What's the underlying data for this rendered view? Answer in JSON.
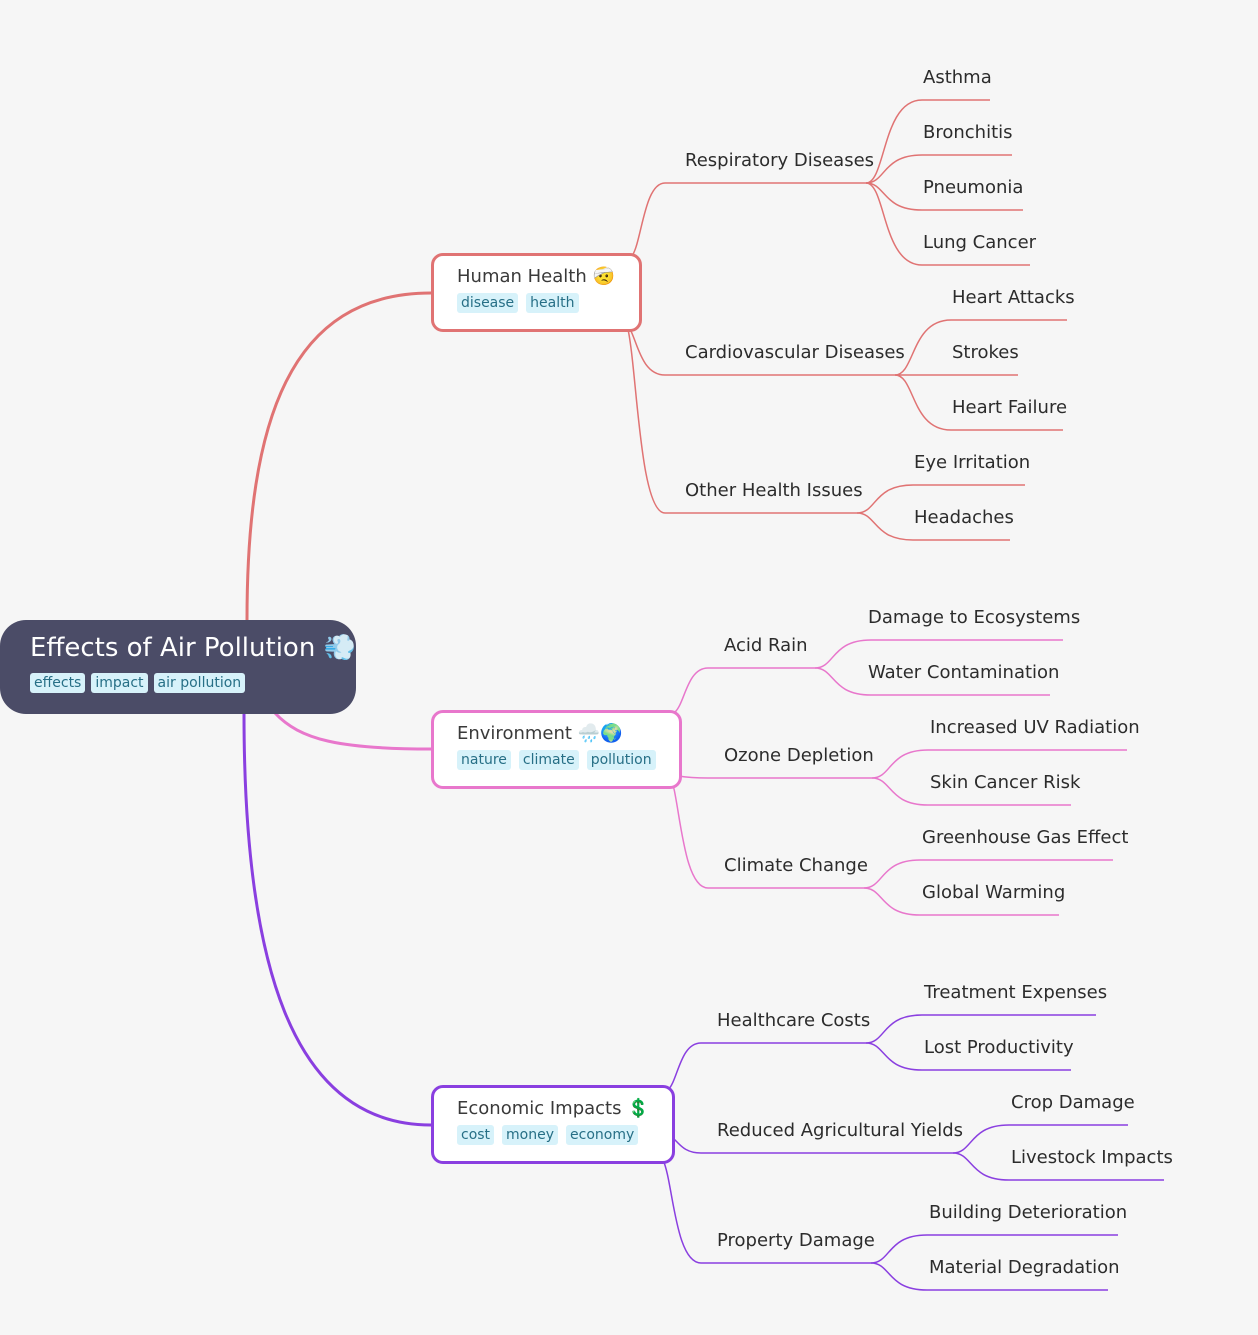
{
  "root": {
    "title": "Effects of Air Pollution",
    "emoji": "💨",
    "tags": [
      "effects",
      "impact",
      "air pollution"
    ]
  },
  "branches": [
    {
      "title": "Human Health",
      "emoji": "🤕",
      "color": "#e07373",
      "tags": [
        "disease",
        "health"
      ],
      "topics": [
        {
          "label": "Respiratory Diseases",
          "leaves": [
            "Asthma",
            "Bronchitis",
            "Pneumonia",
            "Lung Cancer"
          ]
        },
        {
          "label": "Cardiovascular Diseases",
          "leaves": [
            "Heart Attacks",
            "Strokes",
            "Heart Failure"
          ]
        },
        {
          "label": "Other Health Issues",
          "leaves": [
            "Eye Irritation",
            "Headaches"
          ]
        }
      ]
    },
    {
      "title": "Environment",
      "emoji": "🌧️🌍",
      "color": "#e877cc",
      "tags": [
        "nature",
        "climate",
        "pollution"
      ],
      "topics": [
        {
          "label": "Acid Rain",
          "leaves": [
            "Damage to Ecosystems",
            "Water Contamination"
          ]
        },
        {
          "label": "Ozone Depletion",
          "leaves": [
            "Increased UV Radiation",
            "Skin Cancer Risk"
          ]
        },
        {
          "label": "Climate Change",
          "leaves": [
            "Greenhouse Gas Effect",
            "Global Warming"
          ]
        }
      ]
    },
    {
      "title": "Economic Impacts",
      "emoji": "💲",
      "color": "#8a3fe0",
      "tags": [
        "cost",
        "money",
        "economy"
      ],
      "topics": [
        {
          "label": "Healthcare Costs",
          "leaves": [
            "Treatment Expenses",
            "Lost Productivity"
          ]
        },
        {
          "label": "Reduced Agricultural Yields",
          "leaves": [
            "Crop Damage",
            "Livestock Impacts"
          ]
        },
        {
          "label": "Property Damage",
          "leaves": [
            "Building Deterioration",
            "Material Degradation"
          ]
        }
      ]
    }
  ]
}
